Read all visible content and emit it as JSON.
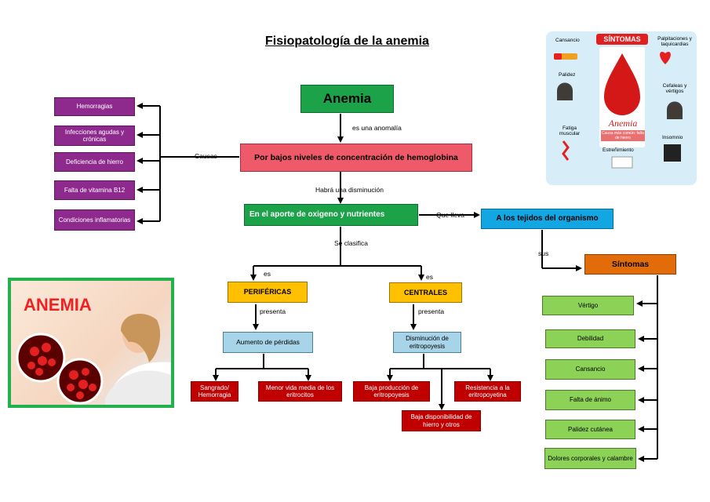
{
  "title": "Fisiopatología de la anemia",
  "root": "Anemia",
  "rel_anomalia": "es una anomalía",
  "hemoglobina": "Por bajos niveles de concentración de hemoglobina",
  "rel_causas": "Causas",
  "causas": [
    "Hemorragias",
    "Infecciones agudas y crónicas",
    "Deficiencia de hierro",
    "Falta de vitamina B12",
    "Condiciones inflamatorias"
  ],
  "rel_disminucion": "Habrá una disminución",
  "aporte": "En el aporte de oxigeno y nutrientes",
  "rel_lleva": "Que lleva",
  "tejidos": "A los tejidos del organismo",
  "rel_sus": "sus",
  "sintomas_title": "Síntomas",
  "sintomas": [
    "Vértigo",
    "Debilidad",
    "Cansancio",
    "Falta de ánimo",
    "Palidez cutánea",
    "Dolores corporales y calambre"
  ],
  "rel_clasifica": "Se clasifica",
  "rel_es": "es",
  "perifericas": "PERIFÉRICAS",
  "centrales": "CENTRALES",
  "rel_presenta": "presenta",
  "aumento": "Aumento de pérdidas",
  "disminucion": "Disminución de eritropoyesis",
  "perif_items": [
    "Sangrado/ Hemorragia",
    "Menor vida media de los eritrocitos"
  ],
  "central_items": [
    "Baja producción de eritropoyesis",
    "Resistencia a la eritropoyetina",
    "Baja disponibilidad de hierro y otros"
  ],
  "illus_left": {
    "word": "ANEMIA"
  },
  "illus_right": {
    "header": "SÍNTOMAS",
    "items": [
      "Cansancio",
      "Palidez",
      "Fatiga muscular",
      "Palpitaciones y taquicardias",
      "Cefaleas y vértigos",
      "Insomnio",
      "Estreñimiento"
    ],
    "drop_word": "Anemia",
    "drop_caption": "Causa más común: falta de hierro"
  },
  "colors": {
    "green": "#1ca34a",
    "pink": "#ef5a6a",
    "cyan": "#12a6e3",
    "orange": "#e36c0a",
    "yellow": "#ffc000",
    "lightblue": "#a7d4e8",
    "purple": "#8e2a8e",
    "red": "#c00000",
    "lightgreen": "#8cd257"
  }
}
